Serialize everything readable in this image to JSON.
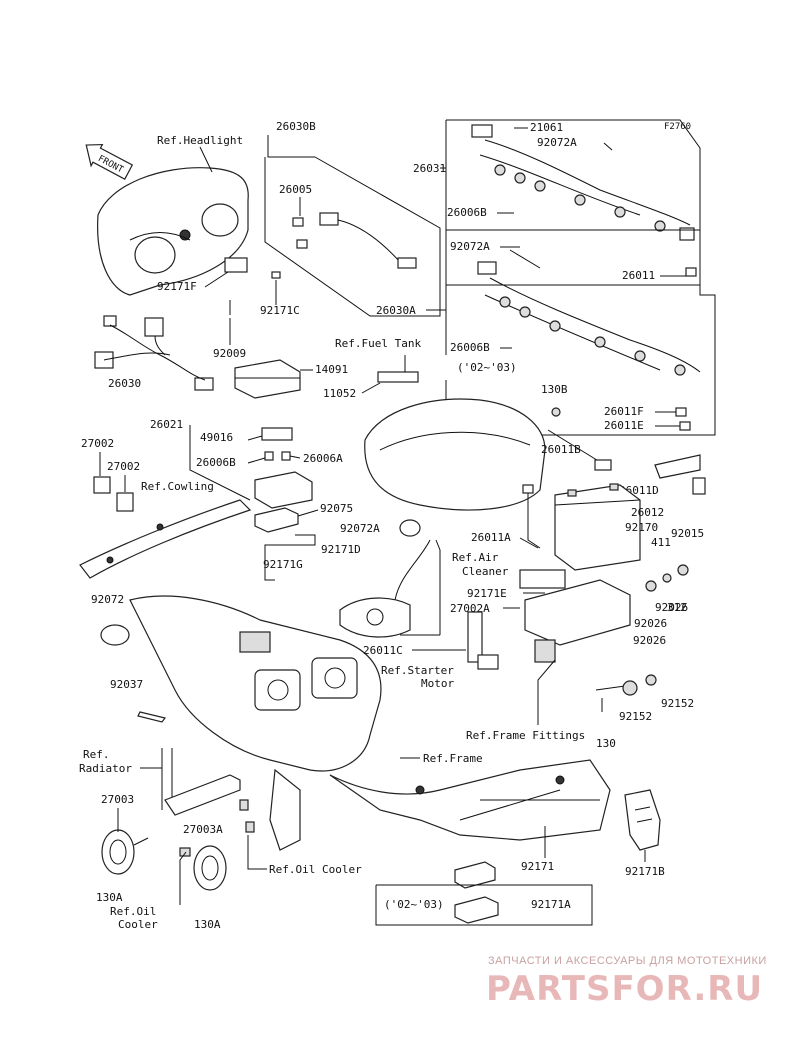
{
  "figure_code": "F2760",
  "front_label": "FRONT",
  "refs": {
    "headlight": "Ref.Headlight",
    "fuel_tank": "Ref.Fuel Tank",
    "cowling": "Ref.Cowling",
    "air_cleaner_1": "Ref.Air",
    "air_cleaner_2": "Cleaner",
    "starter_1": "Ref.Starter",
    "starter_2": "Motor",
    "frame_fittings": "Ref.Frame Fittings",
    "frame": "Ref.Frame",
    "radiator_1": "Ref.",
    "radiator_2": "Radiator",
    "oil_cooler": "Ref.Oil Cooler",
    "oil_cooler_2a": "Ref.Oil",
    "oil_cooler_2b": "Cooler"
  },
  "year_notes": {
    "harness": "('02~'03)",
    "bottom": "('02~'03)"
  },
  "parts": {
    "p26030B": "26030B",
    "p26031": "26031",
    "p21061": "21061",
    "p92072A_top": "92072A",
    "p26005": "26005",
    "p26006B_top": "26006B",
    "p92072A_mid": "92072A",
    "p26011": "26011",
    "p92171F": "92171F",
    "p92171C": "92171C",
    "p26030A": "26030A",
    "p92009": "92009",
    "p26006B_mid": "26006B",
    "p26030": "26030",
    "p14091": "14091",
    "p130B": "130B",
    "p11052": "11052",
    "p26011F": "26011F",
    "p26011E": "26011E",
    "p26021": "26021",
    "p49016": "49016",
    "p27002": "27002",
    "p26006B_low": "26006B",
    "p26006A": "26006A",
    "p27002_b": "27002",
    "p26011B": "26011B",
    "p26011D": "26011D",
    "p26012": "26012",
    "p92075": "92075",
    "p92072A_low": "92072A",
    "p26011A": "26011A",
    "p92170": "92170",
    "p92015": "92015",
    "p411": "411",
    "p92171D": "92171D",
    "p92171G": "92171G",
    "p92072": "92072",
    "p92171E": "92171E",
    "p92026_a": "92026",
    "p312": "312",
    "p27002A": "27002A",
    "p92026_b": "92026",
    "p26011C": "26011C",
    "p92037": "92037",
    "p92152_a": "92152",
    "p92152_b": "92152",
    "p130": "130",
    "p27003": "27003",
    "p27003A": "27003A",
    "p130A_a": "130A",
    "p130A_b": "130A",
    "p92171": "92171",
    "p92171B": "92171B",
    "p92171A": "92171A"
  },
  "watermark": {
    "tagline": "ЗАПЧАСТИ И АКСЕССУАРЫ ДЛЯ МОТОТЕХНИКИ",
    "logo": "PARTSFOR.RU"
  }
}
